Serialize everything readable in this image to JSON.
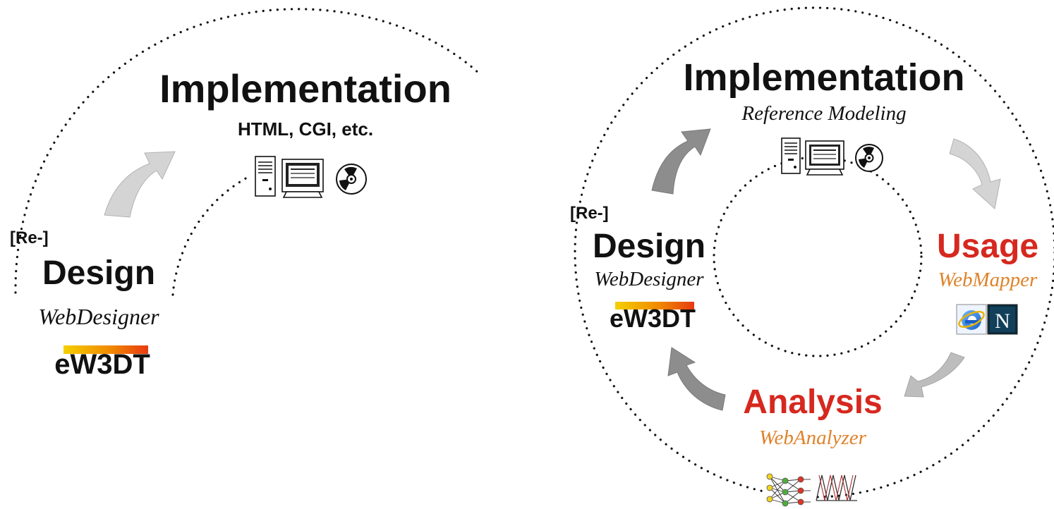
{
  "left_cycle": {
    "implementation": {
      "title": "Implementation",
      "subtitle": "HTML, CGI, etc."
    },
    "design": {
      "prefix": "[Re-]",
      "title": "Design",
      "tool": "WebDesigner",
      "logo": "eW3DT"
    },
    "icons": [
      "computer-tower-icon",
      "monitor-icon",
      "cd-disc-icon"
    ]
  },
  "right_cycle": {
    "implementation": {
      "title": "Implementation",
      "tool": "Reference Modeling"
    },
    "design": {
      "prefix": "[Re-]",
      "title": "Design",
      "tool": "WebDesigner",
      "logo": "eW3DT"
    },
    "usage": {
      "title": "Usage",
      "tool": "WebMapper",
      "browser_icons": [
        "internet-explorer-icon",
        "netscape-navigator-icon"
      ],
      "netscape_letter": "N"
    },
    "analysis": {
      "title": "Analysis",
      "tool": "WebAnalyzer",
      "icons": [
        "neural-network-icon",
        "fuzzy-membership-icon"
      ]
    },
    "icons": [
      "computer-tower-icon",
      "monitor-icon",
      "cd-disc-icon"
    ]
  },
  "colors": {
    "text": "#111111",
    "accent_red": "#d6281f",
    "accent_orange": "#e0822a",
    "logo_gradient": [
      "#f5d000",
      "#e83a12"
    ],
    "arrow_light": "#d4d4d4",
    "arrow_dark": "#8d8d8d"
  }
}
